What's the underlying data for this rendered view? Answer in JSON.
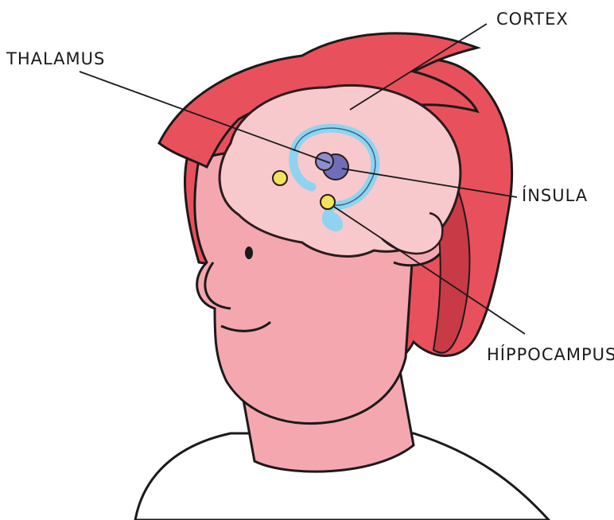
{
  "labels": {
    "thalamus": "THALAMUS",
    "cortex": "CORTEX",
    "insula": "ÍNSULA",
    "hippocampus": "HÍPPOCAMPUS"
  },
  "colors": {
    "hair": "#e8505b",
    "hair_dark": "#c93a47",
    "skin": "#f4a7ae",
    "brain": "#f7c9cc",
    "brain_outline": "#2b1b1d",
    "limbic_blue": "#8fd3f0",
    "thalamus_purple": "#6e6fb8",
    "amygdala_yellow": "#f2e35c",
    "outline": "#1a1a1a"
  }
}
